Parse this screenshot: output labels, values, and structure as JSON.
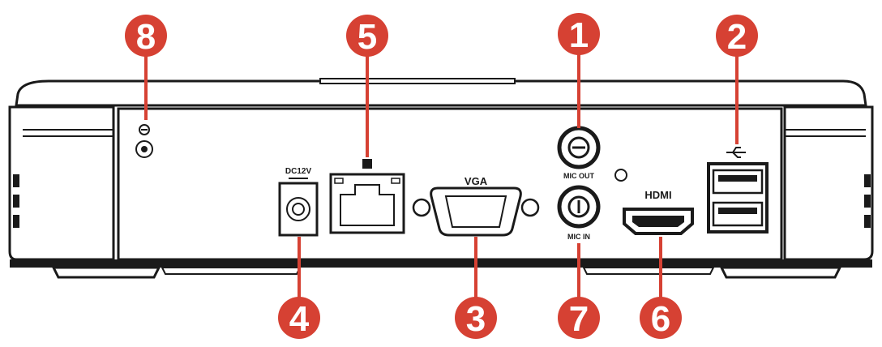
{
  "diagram": {
    "port_labels": {
      "vga": "VGA",
      "hdmi": "HDMI",
      "audio_out": "MIC OUT",
      "audio_in": "MIC IN",
      "power": "DC12V"
    },
    "callouts": [
      {
        "num": "1",
        "target": "audio-out-port"
      },
      {
        "num": "2",
        "target": "usb-ports"
      },
      {
        "num": "3",
        "target": "vga-port"
      },
      {
        "num": "4",
        "target": "power-port"
      },
      {
        "num": "5",
        "target": "network-port"
      },
      {
        "num": "6",
        "target": "hdmi-port"
      },
      {
        "num": "7",
        "target": "audio-in-port"
      },
      {
        "num": "8",
        "target": "ground-terminal"
      }
    ],
    "colors": {
      "callout": "#d64133",
      "callout_line": "#d64133",
      "outline": "#1a1a1a",
      "body": "#ffffff"
    }
  }
}
